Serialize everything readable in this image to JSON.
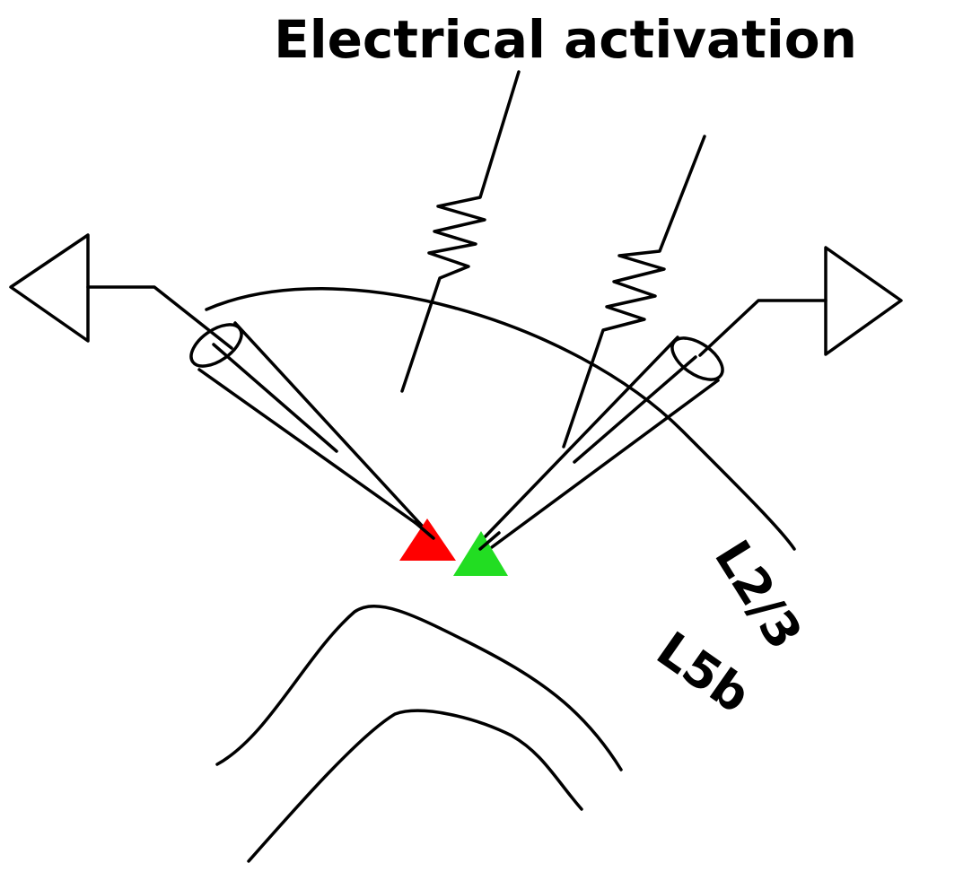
{
  "title": "Electrical activation",
  "layers": {
    "upper": "L2/3",
    "lower": "L5b"
  },
  "colors": {
    "neuron_left": "#ff0000",
    "neuron_right": "#22dd22",
    "line": "#000000",
    "background": "#ffffff"
  },
  "icons": {
    "amplifier": "triangle-outline",
    "electrode": "stimulating-electrode-zigzag",
    "pipette": "recording-pipette-cone",
    "neuron": "filled-triangle"
  }
}
